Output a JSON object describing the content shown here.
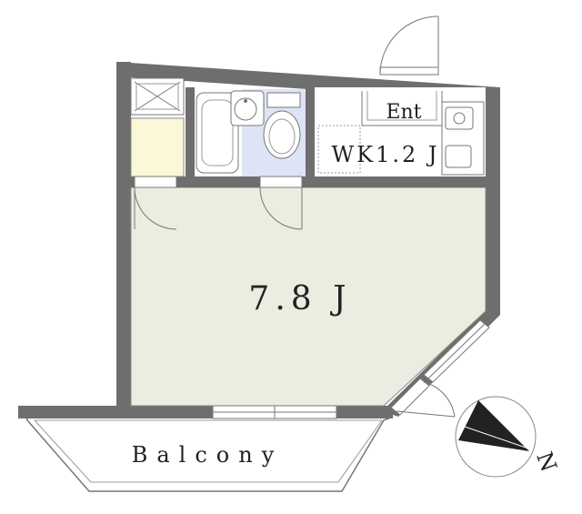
{
  "rooms": {
    "main": {
      "label": "7.8 J"
    },
    "kitchen": {
      "label": "WK1.2 J"
    },
    "entrance": {
      "label": "Ent"
    },
    "balcony": {
      "label": "Balcony"
    }
  },
  "compass": {
    "north_label": "N"
  },
  "colors": {
    "wall": "#6e6e6e",
    "main_floor": "#edece1",
    "storage_floor": "#fbf8d8",
    "toilet_floor": "#dde4f6",
    "line": "#555555"
  }
}
